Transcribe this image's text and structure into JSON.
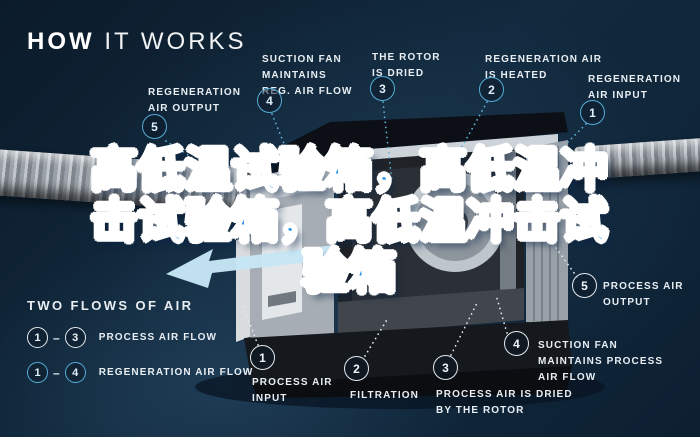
{
  "title": {
    "bold": "HOW",
    "light": "IT WORKS"
  },
  "overlay": {
    "line1": "高低温试验箱，高低温冲",
    "line2": "击试验箱，高低温冲击试",
    "line3": "验箱"
  },
  "legend": {
    "heading": "TWO FLOWS OF AIR",
    "dash": "–",
    "rows": [
      {
        "from": "1",
        "to": "3",
        "label": "PROCESS AIR FLOW",
        "flow": "process"
      },
      {
        "from": "1",
        "to": "4",
        "label": "REGENERATION AIR FLOW",
        "flow": "regeneration"
      }
    ]
  },
  "callouts": [
    {
      "num": "1",
      "label": "REGENERATION\nAIR INPUT",
      "flow": "regeneration"
    },
    {
      "num": "2",
      "label": "REGENERATION AIR\nIS HEATED",
      "flow": "regeneration"
    },
    {
      "num": "3",
      "label": "THE ROTOR\nIS DRIED",
      "flow": "regeneration"
    },
    {
      "num": "4",
      "label": "SUCTION FAN\nMAINTAINS\nREG. AIR FLOW",
      "flow": "regeneration"
    },
    {
      "num": "5",
      "label": "REGENERATION\nAIR OUTPUT",
      "flow": "regeneration"
    },
    {
      "num": "1",
      "label": "PROCESS AIR\nINPUT",
      "flow": "process"
    },
    {
      "num": "2",
      "label": "FILTRATION",
      "flow": "process"
    },
    {
      "num": "3",
      "label": "PROCESS AIR IS DRIED\nBY THE ROTOR",
      "flow": "process"
    },
    {
      "num": "4",
      "label": "SUCTION FAN\nMAINTAINS PROCESS\nAIR FLOW",
      "flow": "process"
    },
    {
      "num": "5",
      "label": "PROCESS AIR\nOUTPUT",
      "flow": "process"
    }
  ],
  "colors": {
    "background": "#122a3e",
    "process_badge": "#e3eaf0",
    "regeneration_badge": "#55acd6",
    "label_text": "#e8eef3",
    "overlay_text": "#1b8deb",
    "overlay_outline": "#ffffff",
    "arrow": "#c6e6f5"
  }
}
